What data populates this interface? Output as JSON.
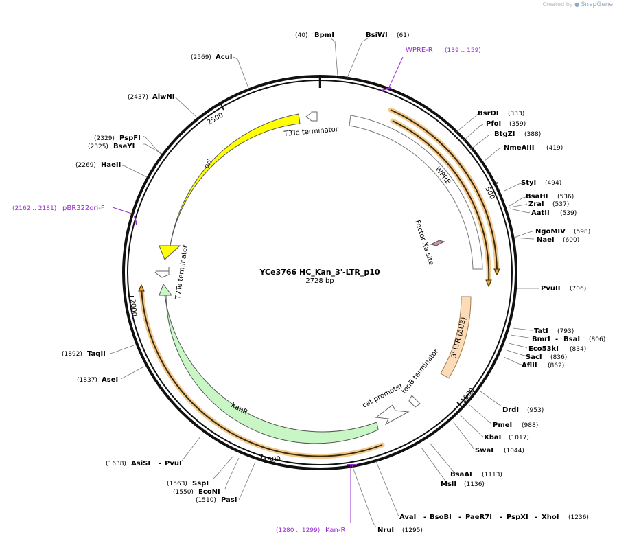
{
  "credit": {
    "prefix": "Created by",
    "brand": "SnapGene"
  },
  "map": {
    "name": "YCe3766 HC_Kan_3'-LTR_p10",
    "length_text": "2728 bp",
    "size_bp": 2728,
    "colors": {
      "backbone": "#111111",
      "primer": "#9a2dd2",
      "ori": "#ffff00",
      "kan": "#c8f7c5",
      "ltr": "#fcdcb6",
      "orf": "#e4a638"
    }
  },
  "ticks": [
    "500",
    "1000",
    "1500",
    "2000",
    "2500"
  ],
  "enzymes": [
    {
      "name": "BpmI",
      "pos": "(40)"
    },
    {
      "name": "BsiWI",
      "pos": "(61)"
    },
    {
      "name": "BsrDI",
      "pos": "(333)"
    },
    {
      "name": "PfoI",
      "pos": "(359)"
    },
    {
      "name": "BtgZI",
      "pos": "(388)"
    },
    {
      "name": "NmeAIII",
      "pos": "(419)"
    },
    {
      "name": "StyI",
      "pos": "(494)"
    },
    {
      "name": "BsaHI",
      "pos": "(536)"
    },
    {
      "name": "ZraI",
      "pos": "(537)"
    },
    {
      "name": "AatII",
      "pos": "(539)"
    },
    {
      "name": "NgoMIV",
      "pos": "(598)"
    },
    {
      "name": "NaeI",
      "pos": "(600)"
    },
    {
      "name": "PvuII",
      "pos": "(706)"
    },
    {
      "name": "TatI",
      "pos": "(793)"
    },
    {
      "name": "BmrI",
      "pos": ""
    },
    {
      "name": "BsaI",
      "pos": "(806)"
    },
    {
      "name": "Eco53kI",
      "pos": "(834)"
    },
    {
      "name": "SacI",
      "pos": "(836)"
    },
    {
      "name": "AflII",
      "pos": "(862)"
    },
    {
      "name": "DrdI",
      "pos": "(953)"
    },
    {
      "name": "PmeI",
      "pos": "(988)"
    },
    {
      "name": "XbaI",
      "pos": "(1017)"
    },
    {
      "name": "SwaI",
      "pos": "(1044)"
    },
    {
      "name": "BsaAI",
      "pos": "(1113)"
    },
    {
      "name": "MslI",
      "pos": "(1136)"
    },
    {
      "name": "AvaI",
      "pos": ""
    },
    {
      "name": "BsoBI",
      "pos": ""
    },
    {
      "name": "PaeR7I",
      "pos": ""
    },
    {
      "name": "PspXI",
      "pos": ""
    },
    {
      "name": "XhoI",
      "pos": "(1236)"
    },
    {
      "name": "NruI",
      "pos": "(1295)"
    },
    {
      "name": "PasI",
      "pos": "(1510)"
    },
    {
      "name": "EcoNI",
      "pos": "(1550)"
    },
    {
      "name": "SspI",
      "pos": "(1563)"
    },
    {
      "name": "AsiSI",
      "pos": "(1638)"
    },
    {
      "name": "PvuI",
      "pos": ""
    },
    {
      "name": "AseI",
      "pos": "(1837)"
    },
    {
      "name": "TaqII",
      "pos": "(1892)"
    },
    {
      "name": "HaeII",
      "pos": "(2269)"
    },
    {
      "name": "BseYI",
      "pos": "(2325)"
    },
    {
      "name": "PspFI",
      "pos": "(2329)"
    },
    {
      "name": "AlwNI",
      "pos": "(2437)"
    },
    {
      "name": "AcuI",
      "pos": "(2569)"
    }
  ],
  "primers": [
    {
      "name": "WPRE-R",
      "range": "(139 .. 159)"
    },
    {
      "name": "pBR322ori-F",
      "range": "(2162 .. 2181)"
    },
    {
      "name": "Kan-R",
      "range": "(1280 .. 1299)"
    }
  ],
  "features": {
    "wpre": "WPRE",
    "factor_xa": "Factor Xa site",
    "ltr": "3' LTR (ΔU3)",
    "tonb": "tonB terminator",
    "cat": "cat promoter",
    "kanr": "KanR",
    "t7te": "T7Te terminator",
    "ori": "ori",
    "t3te": "T3Te terminator"
  }
}
